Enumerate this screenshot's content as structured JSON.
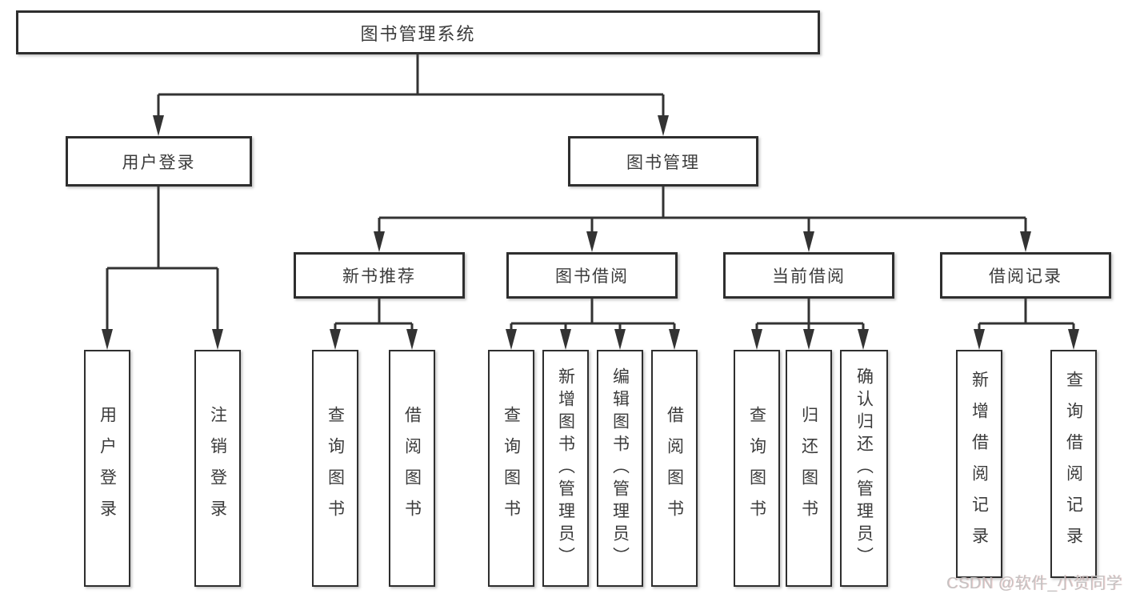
{
  "diagram_type": "hierarchy-tree",
  "tree": {
    "label": "图书管理系统",
    "children": [
      {
        "label": "用户登录",
        "children": [
          {
            "label": "用户登录"
          },
          {
            "label": "注销登录"
          }
        ]
      },
      {
        "label": "图书管理",
        "children": [
          {
            "label": "新书推荐",
            "children": [
              {
                "label": "查询图书"
              },
              {
                "label": "借阅图书"
              }
            ]
          },
          {
            "label": "图书借阅",
            "children": [
              {
                "label": "查询图书"
              },
              {
                "label": "新增图书（管理员）"
              },
              {
                "label": "编辑图书（管理员）"
              },
              {
                "label": "借阅图书"
              }
            ]
          },
          {
            "label": "当前借阅",
            "children": [
              {
                "label": "查询图书"
              },
              {
                "label": "归还图书"
              },
              {
                "label": "确认归还（管理员）"
              }
            ]
          },
          {
            "label": "借阅记录",
            "children": [
              {
                "label": "新增借阅记录"
              },
              {
                "label": "查询借阅记录"
              }
            ]
          }
        ]
      }
    ]
  },
  "watermark": {
    "text": "CSDN @软件_小贺同学"
  },
  "colors": {
    "background": "#ffffff",
    "line": "#333333",
    "box_border": "#2e2e2e",
    "text": "#3b3b3b",
    "watermark": "#c5c2c2"
  }
}
